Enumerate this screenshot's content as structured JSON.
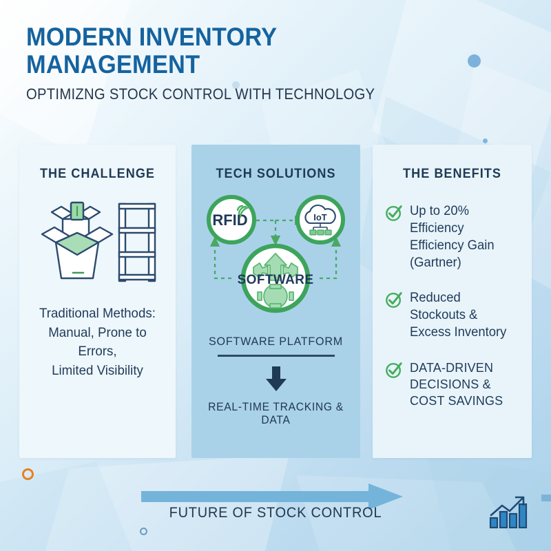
{
  "header": {
    "title_line1": "MODERN INVENTORY",
    "title_line2": "MANAGEMENT",
    "subtitle": "OPTIMIZNG STOCK CONTROL WITH TECHNOLOGY"
  },
  "panels": {
    "challenge": {
      "title": "THE CHALLENGE",
      "art_icons": [
        "open-box-icon",
        "small-box-icon",
        "shelving-rack-icon"
      ],
      "text_line1": "Traditional Methods:",
      "text_line2": "Manual, Prone to Errors,",
      "text_line3": "Limited Visibility"
    },
    "tech": {
      "title": "TECH SOLUTIONS",
      "nodes": [
        {
          "id": "rfid",
          "label": "RFID",
          "icon": "rfid-signal-icon"
        },
        {
          "id": "iot",
          "label": "IoT",
          "icon": "cloud-iot-icon"
        },
        {
          "id": "software",
          "label": "SOFTWARE",
          "icon": "gear-arrow-icon"
        }
      ],
      "platform_label": "SOFTWARE PLATFORM",
      "flow_arrow_icon": "down-arrow-icon",
      "realtime_label": "REAL-TIME TRACKING & DATA"
    },
    "benefits": {
      "title": "THE BENEFITS",
      "items": [
        {
          "icon": "check-circle-icon",
          "text": "Up to 20% Efficiency Efficiency Gain (Gartner)",
          "uppercase": false
        },
        {
          "icon": "check-circle-icon",
          "text": "Reduced Stockouts & Excess Inventory",
          "uppercase": false
        },
        {
          "icon": "check-circle-icon",
          "text": "Data-driven decisions & cost savings",
          "uppercase": true
        }
      ]
    }
  },
  "footer": {
    "arrow_icon": "right-arrow-icon",
    "label": "FUTURE OF STOCK CONTROL",
    "growth_icon": "growth-bar-chart-icon"
  },
  "colors": {
    "title_blue": "#15639f",
    "navy": "#1f3a5a",
    "green": "#45ad5e",
    "panel_mid_blue": "#a9d2e9",
    "panel_light": "#eef7fb",
    "accent_orange": "#e8801f",
    "footer_arrow_blue": "#74b4da"
  }
}
